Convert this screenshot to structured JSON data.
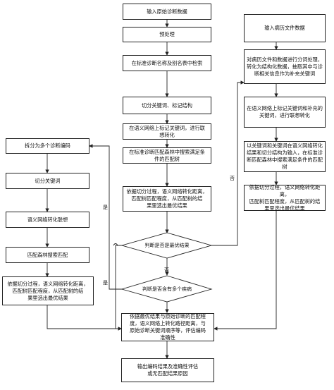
{
  "center": {
    "b1": "输入原始诊断数据",
    "b2": "预处理",
    "b3": "在标准诊断名称及别名表中检索",
    "b4": "切分关键词、标记结构",
    "b5": "在语义网络上标记关键词，进行联\n想转化",
    "b6": "在标准诊断匹配森林中搜索满足条\n件的匹配树",
    "b7": "依据切分过程，语义网络转化距离，\n匹配树匹配程度，从匹配树的结\n果里选出最优结果",
    "d1": "判断是否是最优结果",
    "d2": "判断是否含有多个疾病",
    "b8": "依据最优结果与原始诊断的匹配程\n度，语义网络上转化路径距离，与\n原始诊断关键词顺序等，评估编码\n准确性",
    "b9": "输出编码结果及准确性评估\n或无匹配结果原因"
  },
  "left": {
    "l1": "拆分为多个诊断编码",
    "l2": "切分关键词",
    "l3": "语义网络转化联想",
    "l4": "匹配森林搜索匹配",
    "l5": "依据切分过程，语义网络转化距离，\n匹配树匹配程度，从匹配树的结\n果里选出最优结果"
  },
  "right": {
    "r1": "输入病历文件数据",
    "r2": "对病历文件和数据进行分词处理，\n转化为结构化数据，抽取其中与诊\n断相关信息作为补充关键词",
    "r3": "在语义网络上标记关键词和补充的\n关键词，进行联想转化",
    "r4": "以关键词和关键词在语义网络转化\n结果和切分结构为输入，在标准诊\n断匹配森林中搜索满足条件的匹配\n树",
    "r5": "依据切分过程，语义网络转化距离，\n匹配树匹配程度，从匹配树的结\n果里选出最优结果"
  },
  "labels": {
    "yes1": "是",
    "yes2": "是",
    "no1": "否",
    "no2": "否"
  }
}
